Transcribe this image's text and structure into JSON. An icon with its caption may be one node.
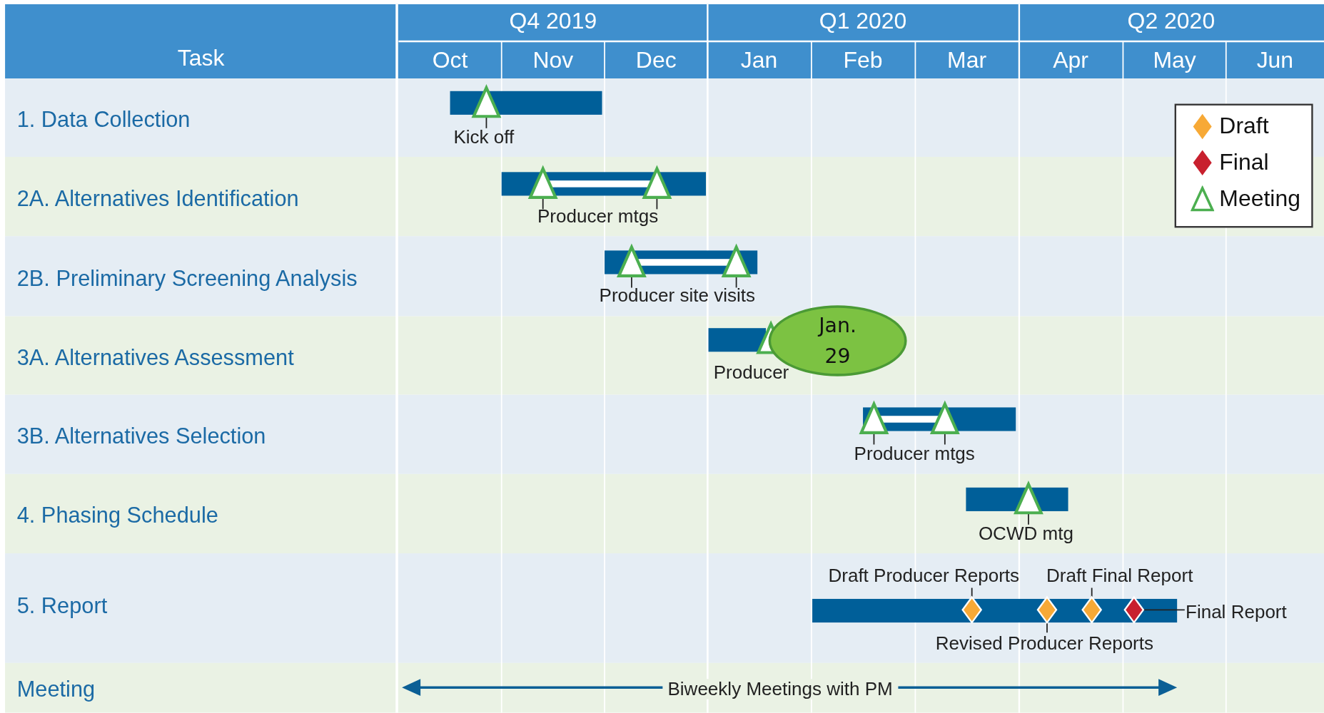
{
  "diagram": {
    "nodes": [
      {
        "text": [],
        "shape": "bar"
      },
      {
        "text": [],
        "shape": "bar"
      },
      {
        "text": [],
        "shape": "bar"
      },
      {
        "text": [],
        "shape": "bar"
      },
      {
        "text": [
          "Jan. 29"
        ]
      },
      {
        "text": [],
        "shape": "bar"
      },
      {
        "text": [],
        "shape": "bar"
      },
      {
        "text": [],
        "shape": "bar"
      }
    ],
    "labels": [
      "Task",
      "Q4 2019",
      "Q1 2020",
      "Q2 2020",
      "Oct",
      "Nov",
      "Dec",
      "Jan",
      "Feb",
      "Mar",
      "Apr",
      "May",
      "Jun",
      "1. Data Collection",
      "Kick off",
      "2A. Alternatives Identification",
      "Producer mtgs",
      "2B. Preliminary Screening Analysis",
      "Producer site visits",
      "3A. Alternatives Assessment",
      "Producer",
      "3B. Alternatives Selection",
      "Producer mtgs",
      "4. Phasing Schedule",
      "OCWD mtg",
      "5. Report",
      "Draft Producer Reports",
      "Draft Final Report",
      "Final Report",
      "Revised Producer Reports",
      "Meeting",
      "Biweekly Meetings with PM"
    ],
    "legend": [
      {
        "text": "Draft"
      },
      {
        "text": "Final"
      },
      {
        "text": "Meeting"
      }
    ]
  }
}
